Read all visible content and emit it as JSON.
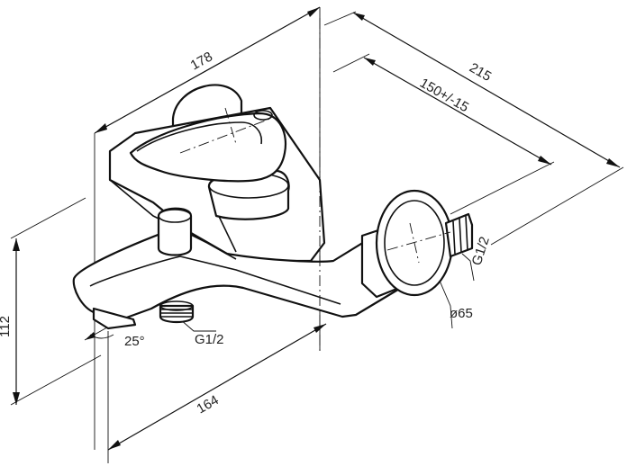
{
  "dimensions": {
    "overall_width": "178",
    "total_depth": "215",
    "wall_spacing": "150+/-15",
    "height": "112",
    "spout_length": "164",
    "spout_angle": "25°",
    "outlet_thread": "G1/2",
    "inlet_thread": "G1/2",
    "escutcheon_diameter": "ø65"
  }
}
